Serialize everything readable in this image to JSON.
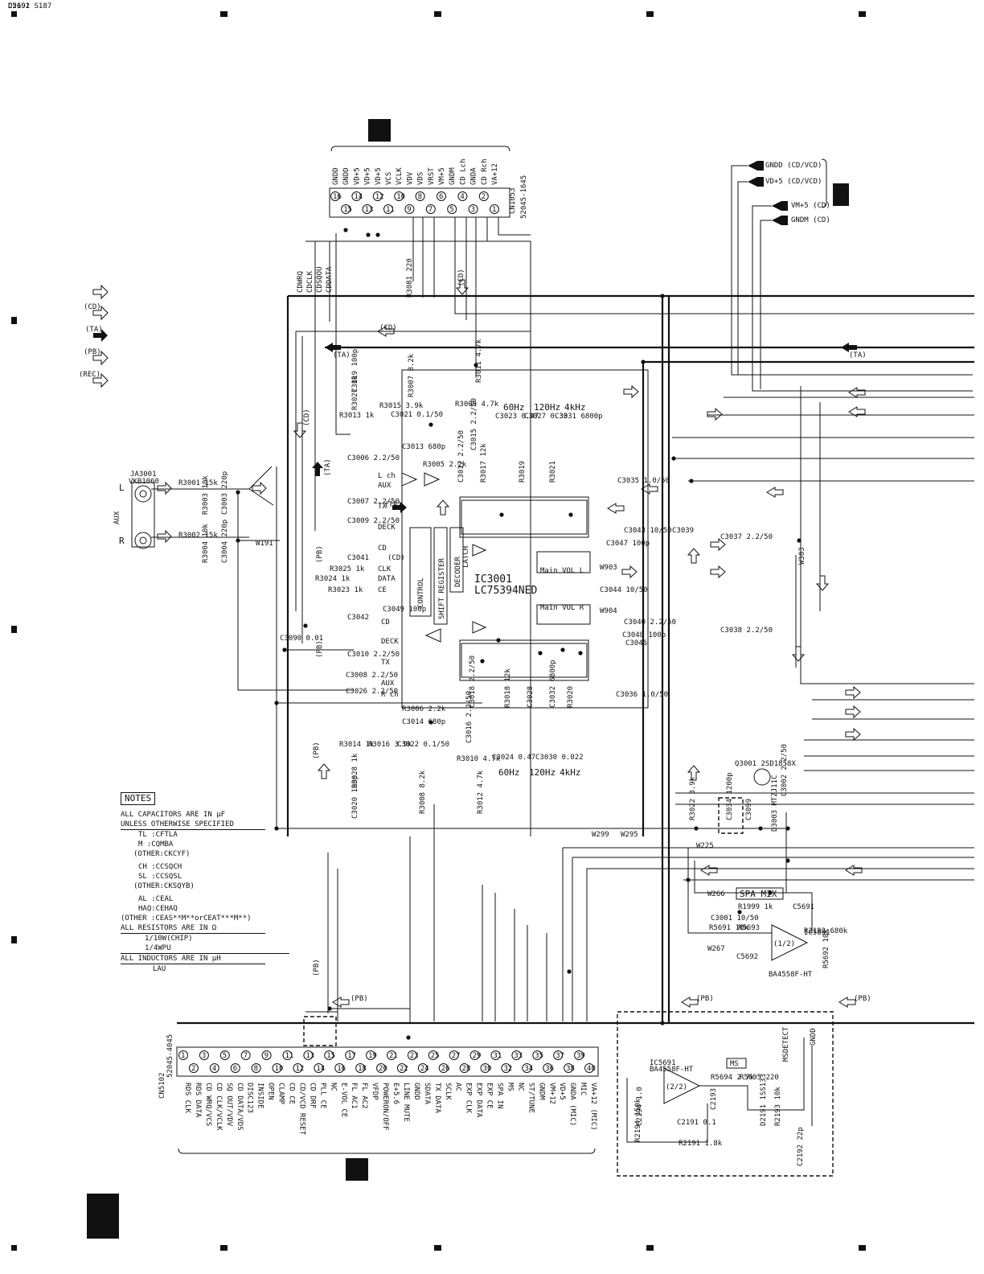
{
  "labels": {
    "aux": "AUX",
    "ja": "JA3001",
    "ja_part": "VKB1060",
    "l": "L",
    "r": "R",
    "cn1053": "CN1053",
    "cn1053_part": "52045-1645",
    "cn5102": "CN5102",
    "cn5102_part": "52045-4045",
    "ic3001": "IC3001",
    "ic3001_part": "LC75394NED",
    "control": "CONTROL",
    "shift_register": "SHIFT REGISTER",
    "decoder": "DECODER",
    "latch": "LATCH",
    "spa_mix": "SPA MIX",
    "ms": "MS",
    "msdetect": "MSDETECT",
    "gndd_right": "GNDD",
    "q3001": "Q3001 2SD1858X",
    "ba_top": "BA4558F-HT",
    "ic5691": "IC5691",
    "ic2191": "IC5691",
    "ba_bottom": "BA4558F-HT",
    "half1": "(1/2)",
    "half2": "(2/2)",
    "w191": "W191",
    "w303": "W303",
    "w903": "W903",
    "w904": "W904",
    "w299": "W299",
    "w295": "W295",
    "w225": "W225",
    "w266": "W266",
    "w267": "W267"
  },
  "legend": {
    "cd": "(CD)",
    "ta": "(TA)",
    "pb": "(PB)",
    "rec": "(REC)"
  },
  "power_right": [
    "GNDD (CD/VCD)",
    "VD+5 (CD/VCD)",
    "VM+5 (CD)",
    "GNDM (CD)"
  ],
  "cn1053_pins": [
    {
      "n": "16",
      "name": "GNDD"
    },
    {
      "n": "15",
      "name": "GNDD"
    },
    {
      "n": "14",
      "name": "VD+5"
    },
    {
      "n": "13",
      "name": "VD+5"
    },
    {
      "n": "12",
      "name": "VD+5"
    },
    {
      "n": "11",
      "name": "VCS"
    },
    {
      "n": "10",
      "name": "VCLK"
    },
    {
      "n": "9",
      "name": "VDV"
    },
    {
      "n": "8",
      "name": "VDS"
    },
    {
      "n": "7",
      "name": "VRST"
    },
    {
      "n": "6",
      "name": "VM+5"
    },
    {
      "n": "5",
      "name": "GNDM"
    },
    {
      "n": "4",
      "name": "CD Lch"
    },
    {
      "n": "3",
      "name": "GNDA"
    },
    {
      "n": "2",
      "name": "CD Rch"
    },
    {
      "n": "1",
      "name": "VA+12"
    }
  ],
  "cd_bus": [
    "CDWRQ",
    "CDCLK",
    "CDSQOU",
    "CDDATA"
  ],
  "cn5102_pins": [
    {
      "n": "1",
      "name": "RDS CLK"
    },
    {
      "n": "2",
      "name": "RDS DATA"
    },
    {
      "n": "3",
      "name": "CD WRQ/VCS"
    },
    {
      "n": "4",
      "name": "CD CLK/VCLK"
    },
    {
      "n": "5",
      "name": "SQ OUT/VDV"
    },
    {
      "n": "6",
      "name": "CD DATA/VDS"
    },
    {
      "n": "7",
      "name": "DISC123"
    },
    {
      "n": "8",
      "name": "INSIDE"
    },
    {
      "n": "9",
      "name": "OPEN"
    },
    {
      "n": "10",
      "name": "CLAMP"
    },
    {
      "n": "11",
      "name": "CD CE"
    },
    {
      "n": "12",
      "name": "CD/VCD RESET"
    },
    {
      "n": "13",
      "name": "CD DRF"
    },
    {
      "n": "14",
      "name": "PLL CE"
    },
    {
      "n": "15",
      "name": "NC"
    },
    {
      "n": "16",
      "name": "E-VOL CE"
    },
    {
      "n": "17",
      "name": "FL AC1"
    },
    {
      "n": "18",
      "name": "FL AC2"
    },
    {
      "n": "19",
      "name": "VFDP"
    },
    {
      "n": "20",
      "name": "POWERON/OFF"
    },
    {
      "n": "21",
      "name": "E+5.6"
    },
    {
      "n": "22",
      "name": "LINE MUTE"
    },
    {
      "n": "23",
      "name": "GNDD"
    },
    {
      "n": "24",
      "name": "SDATA"
    },
    {
      "n": "25",
      "name": "TX DATA"
    },
    {
      "n": "26",
      "name": "SCLK"
    },
    {
      "n": "27",
      "name": "AC"
    },
    {
      "n": "28",
      "name": "EXP CLK"
    },
    {
      "n": "29",
      "name": "EXP DATA"
    },
    {
      "n": "30",
      "name": "EXP CE"
    },
    {
      "n": "31",
      "name": "SPA IN"
    },
    {
      "n": "32",
      "name": "MS"
    },
    {
      "n": "33",
      "name": "NC"
    },
    {
      "n": "34",
      "name": "ST/TUNE"
    },
    {
      "n": "35",
      "name": "GNDM"
    },
    {
      "n": "36",
      "name": "VM+12"
    },
    {
      "n": "37",
      "name": "VD+5"
    },
    {
      "n": "38",
      "name": "GNDA (MIC)"
    },
    {
      "n": "39",
      "name": "MIC"
    },
    {
      "n": "40",
      "name": "VA+12 (MIC)"
    }
  ],
  "ic_inputs_top": [
    "L ch",
    "AUX",
    "TX",
    "DECK",
    "CD",
    "CLK",
    "DATA",
    "CE"
  ],
  "ic_inputs_bottom": [
    "CD",
    "DECK",
    "TX",
    "AUX",
    "R ch"
  ],
  "freq_top": [
    "60Hz",
    "120Hz",
    "4kHz"
  ],
  "freq_bottom": [
    "60Hz",
    "120Hz",
    "4kHz"
  ],
  "vol_blocks": [
    "Main VOL L",
    "Main VOL R"
  ],
  "components": [
    {
      "ref": "R3001",
      "val": "15k"
    },
    {
      "ref": "R3002",
      "val": "15k"
    },
    {
      "ref": "R3003",
      "val": "10k"
    },
    {
      "ref": "R3004",
      "val": "10k"
    },
    {
      "ref": "C3003",
      "val": "220p"
    },
    {
      "ref": "C3004",
      "val": "220p"
    },
    {
      "ref": "C3090",
      "val": "0.01"
    },
    {
      "ref": "R3027",
      "val": "1k"
    },
    {
      "ref": "C3019",
      "val": "100p"
    },
    {
      "ref": "R3013",
      "val": "1k"
    },
    {
      "ref": "R3015",
      "val": "3.9k"
    },
    {
      "ref": "C3021",
      "val": "0.1/50"
    },
    {
      "ref": "R3007",
      "val": "8.2k"
    },
    {
      "ref": "R3011",
      "val": "4.7k"
    },
    {
      "ref": "R3009",
      "val": "4.7k"
    },
    {
      "ref": "C3013",
      "val": "680p"
    },
    {
      "ref": "R3005",
      "val": "2.2k"
    },
    {
      "ref": "C3015",
      "val": "2.2/50"
    },
    {
      "ref": "C3017",
      "val": "2.2/50"
    },
    {
      "ref": "R3017",
      "val": "12k"
    },
    {
      "ref": "C3023",
      "val": "0.47"
    },
    {
      "ref": "C3027",
      "val": "0.33"
    },
    {
      "ref": "C3031",
      "val": "6800p"
    },
    {
      "ref": "R3019",
      "val": ""
    },
    {
      "ref": "R3021",
      "val": ""
    },
    {
      "ref": "C3035",
      "val": "1.0/50"
    },
    {
      "ref": "C3043",
      "val": "10/50"
    },
    {
      "ref": "C3047",
      "val": "100p"
    },
    {
      "ref": "C3039",
      "val": ""
    },
    {
      "ref": "C3037",
      "val": "2.2/50"
    },
    {
      "ref": "C3044",
      "val": "10/50"
    },
    {
      "ref": "C3006",
      "val": "2.2/50"
    },
    {
      "ref": "C3007",
      "val": "2.2/50"
    },
    {
      "ref": "C3009",
      "val": "2.2/50"
    },
    {
      "ref": "C3041",
      "val": ""
    },
    {
      "ref": "R3025",
      "val": "1k"
    },
    {
      "ref": "R3024",
      "val": "1k"
    },
    {
      "ref": "R3023",
      "val": "1k"
    },
    {
      "ref": "C3049",
      "val": "100p"
    },
    {
      "ref": "C3042",
      "val": ""
    },
    {
      "ref": "C3010",
      "val": "2.2/50"
    },
    {
      "ref": "C3008",
      "val": "2.2/50"
    },
    {
      "ref": "C3026",
      "val": "2.2/50"
    },
    {
      "ref": "C3040",
      "val": "2.2/50"
    },
    {
      "ref": "C3046",
      "val": ""
    },
    {
      "ref": "C3048",
      "val": "100p"
    },
    {
      "ref": "C3038",
      "val": "2.2/50"
    },
    {
      "ref": "C3036",
      "val": "1.0/50"
    },
    {
      "ref": "R3006",
      "val": "2.2k"
    },
    {
      "ref": "C3014",
      "val": "680p"
    },
    {
      "ref": "R3014",
      "val": "1k"
    },
    {
      "ref": "R3016",
      "val": "3.9k"
    },
    {
      "ref": "C3022",
      "val": "0.1/50"
    },
    {
      "ref": "R3028",
      "val": "1k"
    },
    {
      "ref": "C3020",
      "val": "100p"
    },
    {
      "ref": "R3008",
      "val": "8.2k"
    },
    {
      "ref": "R3012",
      "val": "4.7k"
    },
    {
      "ref": "R3010",
      "val": "4.7k"
    },
    {
      "ref": "C3016",
      "val": "2.2/50"
    },
    {
      "ref": "C3018",
      "val": "2.2/50"
    },
    {
      "ref": "R3018",
      "val": "12k"
    },
    {
      "ref": "C3024",
      "val": "0.47"
    },
    {
      "ref": "C3028",
      "val": ""
    },
    {
      "ref": "C3030",
      "val": "0.022"
    },
    {
      "ref": "C3032",
      "val": "6800p"
    },
    {
      "ref": "R3020",
      "val": ""
    },
    {
      "ref": "R3022",
      "val": "3.9k"
    },
    {
      "ref": "C3034",
      "val": "1200p"
    },
    {
      "ref": "C3099",
      "val": ""
    },
    {
      "ref": "C3002",
      "val": "2.2/50"
    },
    {
      "ref": "D3003",
      "val": "MTZJ11C"
    },
    {
      "ref": "R3081",
      "val": "220"
    },
    {
      "ref": "C3001",
      "val": "10/50"
    },
    {
      "ref": "R1999",
      "val": "1k"
    },
    {
      "ref": "C5691",
      "val": ""
    },
    {
      "ref": "R5691",
      "val": "10k"
    },
    {
      "ref": "R5693",
      "val": ""
    },
    {
      "ref": "C5692",
      "val": ""
    },
    {
      "ref": "R5692",
      "val": "10k"
    },
    {
      "ref": "R5694",
      "val": "2.7k"
    },
    {
      "ref": "R5695",
      "val": "220"
    },
    {
      "ref": "C2193",
      "val": ""
    },
    {
      "ref": "D2191",
      "val": "1SS133"
    },
    {
      "ref": "R2193",
      "val": "10k"
    },
    {
      "ref": "C2194",
      "val": "1.0"
    },
    {
      "ref": "R2194",
      "val": "150k"
    },
    {
      "ref": "C2191",
      "val": "0.1"
    },
    {
      "ref": "R2191",
      "val": "1.8k"
    },
    {
      "ref": "C2192",
      "val": "22p"
    },
    {
      "ref": "R2192",
      "val": "680k"
    },
    {
      "ref": "D2192",
      "val": "S187"
    },
    {
      "ref": "C5691",
      "val": ""
    }
  ],
  "notes": {
    "title": "NOTES",
    "lines": [
      "ALL CAPACITORS ARE IN μF",
      "UNLESS OTHERWISE SPECIFIED",
      "TL :CFTLA",
      "M :CQMBA",
      "(OTHER:CKCYF)",
      "CH :CCSQCH",
      "SL :CCSQSL",
      "(OTHER:CKSQYB)",
      "AL :CEAL",
      "HAQ:CEHAQ",
      "(OTHER :CEAS**M**orCEAT***M**)",
      "ALL RESISTORS ARE IN Ω",
      "1/10W(CHIP)",
      "1/4WPU",
      "ALL INDUCTORS ARE IN μH",
      "LAU"
    ]
  }
}
